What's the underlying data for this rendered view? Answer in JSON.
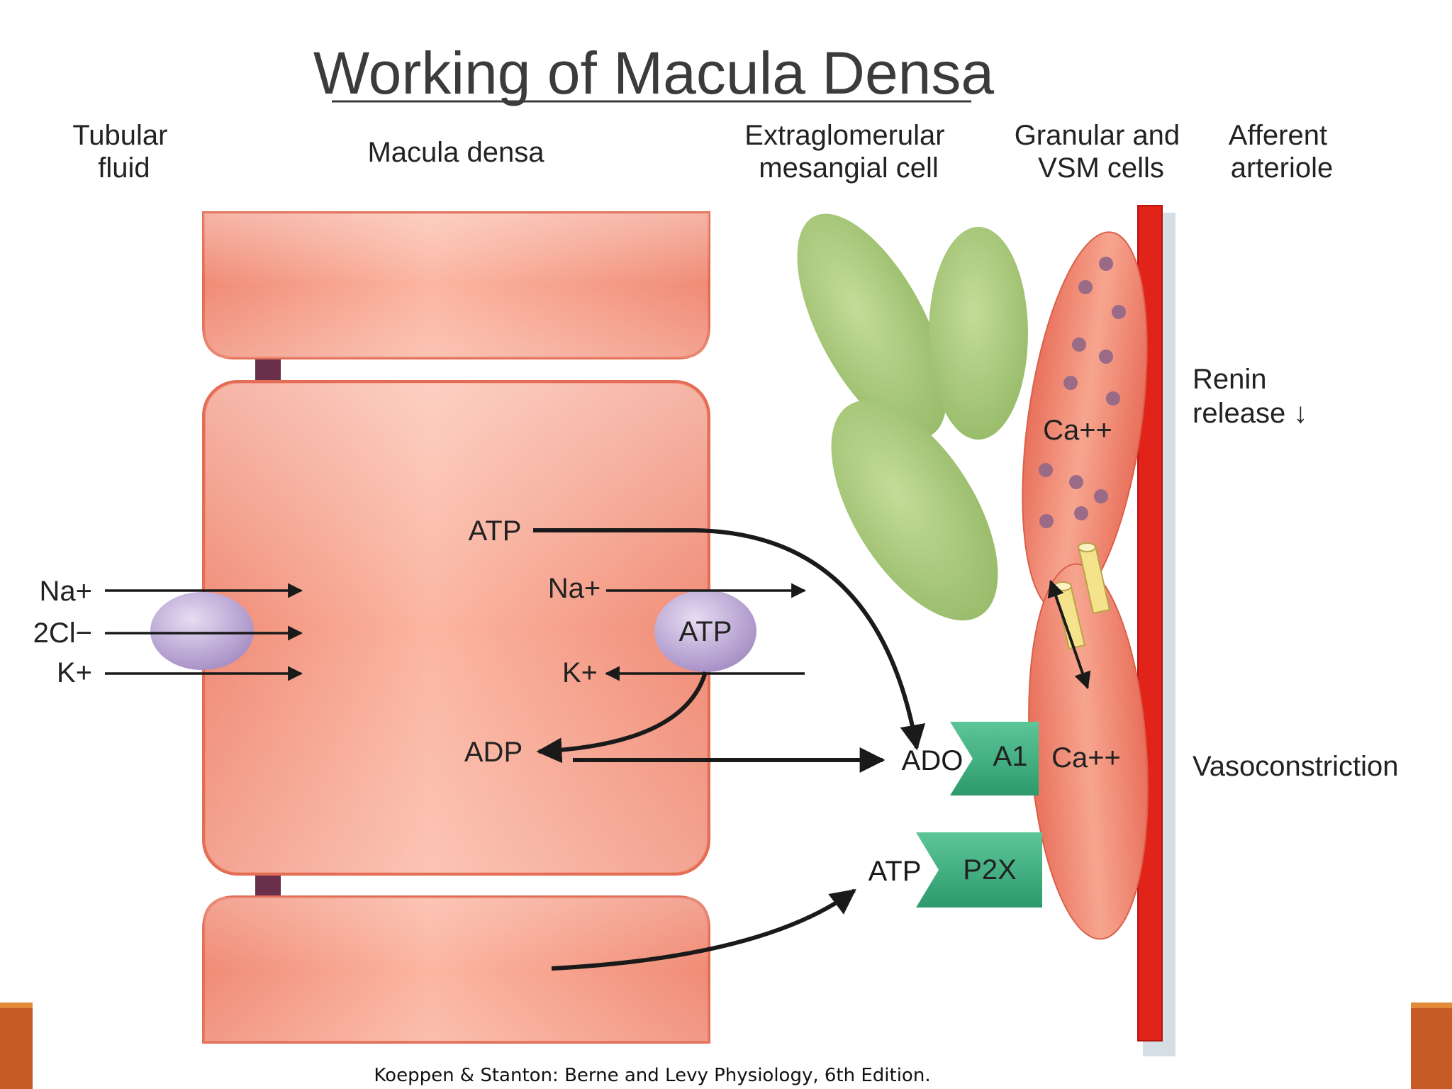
{
  "title": "Working of Macula Densa",
  "credit": "Koeppen & Stanton: Berne and Levy Physiology, 6th Edition.",
  "headers": {
    "tubular_fluid": [
      "Tubular",
      "fluid"
    ],
    "macula_densa": "Macula densa",
    "extraglomerular": [
      "Extraglomerular",
      "mesangial cell"
    ],
    "granular": [
      "Granular and",
      "VSM cells"
    ],
    "afferent": [
      "Afferent",
      "arteriole"
    ]
  },
  "cotransporter": {
    "ions": [
      "Na+",
      "2Cl−",
      "K+"
    ]
  },
  "pump": {
    "label": "ATP",
    "na": "Na+",
    "k": "K+"
  },
  "molecules": {
    "atp_top": "ATP",
    "adp": "ADP",
    "ado": "ADO",
    "atp_bottom": "ATP",
    "ca_top": "Ca++",
    "ca_bottom": "Ca++"
  },
  "receptors": {
    "a1": "A1",
    "p2x": "P2X"
  },
  "effects": {
    "renin": [
      "Renin",
      "release ↓"
    ],
    "vasoconstriction": "Vasoconstriction"
  },
  "colors": {
    "cell_fill": "#f4957f",
    "cell_edge": "#e36d55",
    "mesangial": "#a9c978",
    "granule": "#9a6b86",
    "pump": "#b9a4d2",
    "receptor": "#3fae7f",
    "arteriole": "#e2231a",
    "channel": "#f4e38a",
    "accent": "#d9692b"
  }
}
